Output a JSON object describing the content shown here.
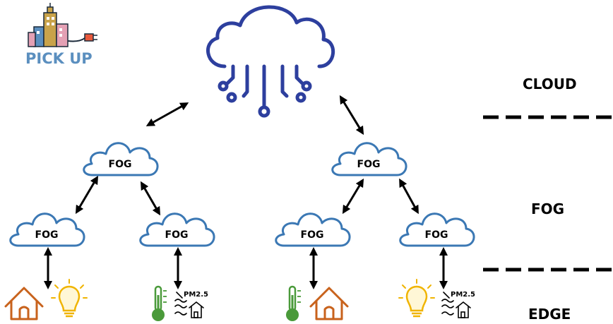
{
  "logo": {
    "text": "PICK UP",
    "icon": "city-plug-icon"
  },
  "layers": {
    "cloud": "CLOUD",
    "fog": "FOG",
    "edge": "EDGE"
  },
  "nodes": {
    "fog_top_left": "FOG",
    "fog_top_right": "FOG",
    "fog_bottom_1": "FOG",
    "fog_bottom_2": "FOG",
    "fog_bottom_3": "FOG",
    "fog_bottom_4": "FOG"
  },
  "edge_devices": [
    [
      "house-icon",
      "lightbulb-icon"
    ],
    [
      "thermometer-icon",
      "air-quality-icon"
    ],
    [
      "thermometer-icon",
      "house-icon"
    ],
    [
      "lightbulb-icon",
      "air-quality-icon"
    ]
  ],
  "pm_label": "PM2.5",
  "colors": {
    "cloud_blue": "#2d3f9e",
    "fog_blue": "#3b78b4",
    "house_orange": "#c8621c",
    "bulb_yellow": "#f0b400",
    "thermo_green": "#4a9a3a"
  }
}
